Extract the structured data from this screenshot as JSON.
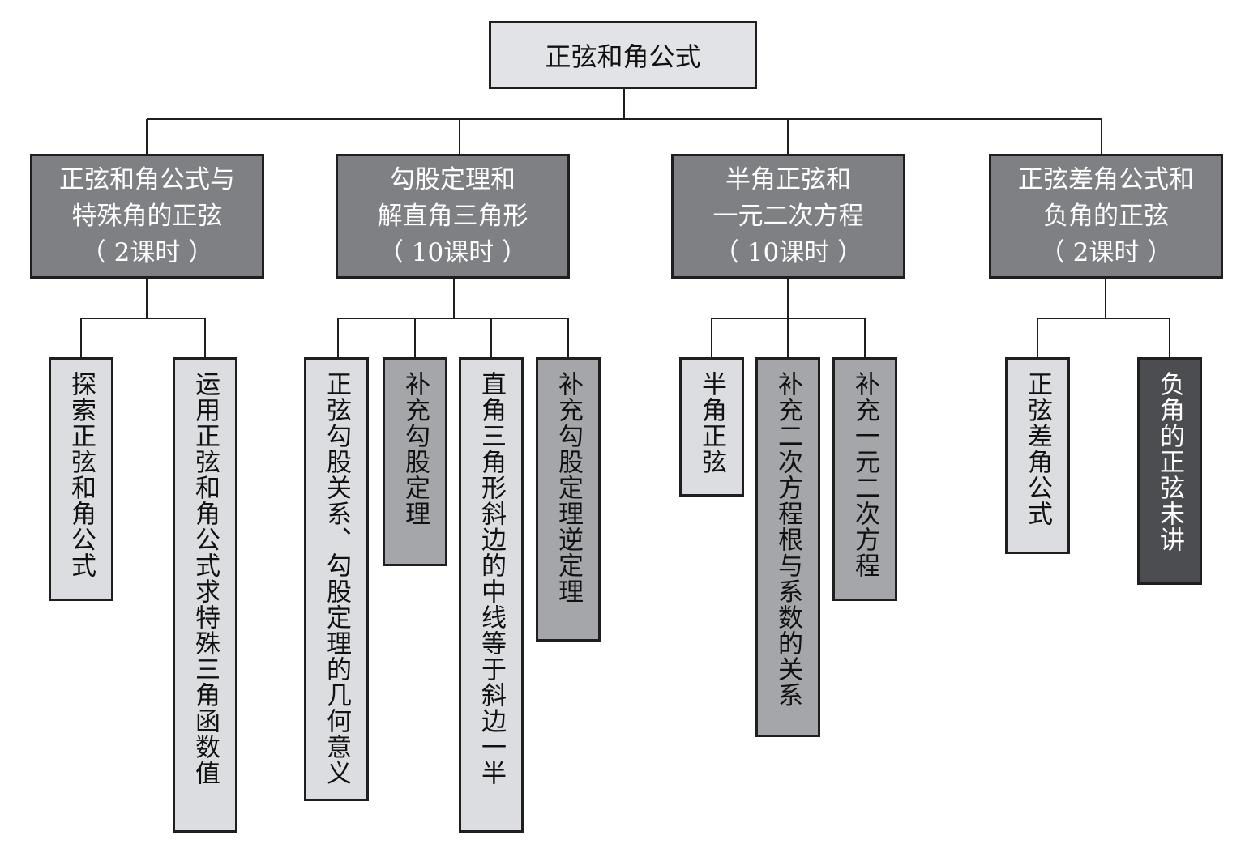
{
  "root": {
    "label": "正弦和角公式"
  },
  "units": [
    {
      "line1": "正弦和角公式与",
      "line2": "特殊角的正弦",
      "hours": "（ 2课时 ）"
    },
    {
      "line1": "勾股定理和",
      "line2": "解直角三角形",
      "hours": "（ 10课时 ）"
    },
    {
      "line1": "半角正弦和",
      "line2": "一元二次方程",
      "hours": "（ 10课时 ）"
    },
    {
      "line1": "正弦差角公式和",
      "line2": "负角的正弦",
      "hours": "（ 2课时 ）"
    }
  ],
  "topics": [
    {
      "label": "探索正弦和角公式"
    },
    {
      "label": "运用正弦和角公式求特殊三角函数值"
    },
    {
      "label": "正弦勾股关系、勾股定理的几何意义"
    },
    {
      "label": "补充勾股定理"
    },
    {
      "label": "直角三角形斜边的中线等于斜边一半"
    },
    {
      "label": "补充勾股定理逆定理"
    },
    {
      "label": "半角正弦"
    },
    {
      "label": "补充二次方程根与系数的关系"
    },
    {
      "label": "补充一元二次方程"
    },
    {
      "label": "正弦差角公式"
    },
    {
      "label": "负角的正弦未讲"
    }
  ],
  "colors": {
    "line": "#1f1f1f",
    "root_fill": "#e2e3e6",
    "unit_fill": "#7f8084",
    "topic_light": "#dcdde0",
    "topic_mid": "#a5a6aa",
    "topic_dark": "#4c4d51"
  }
}
